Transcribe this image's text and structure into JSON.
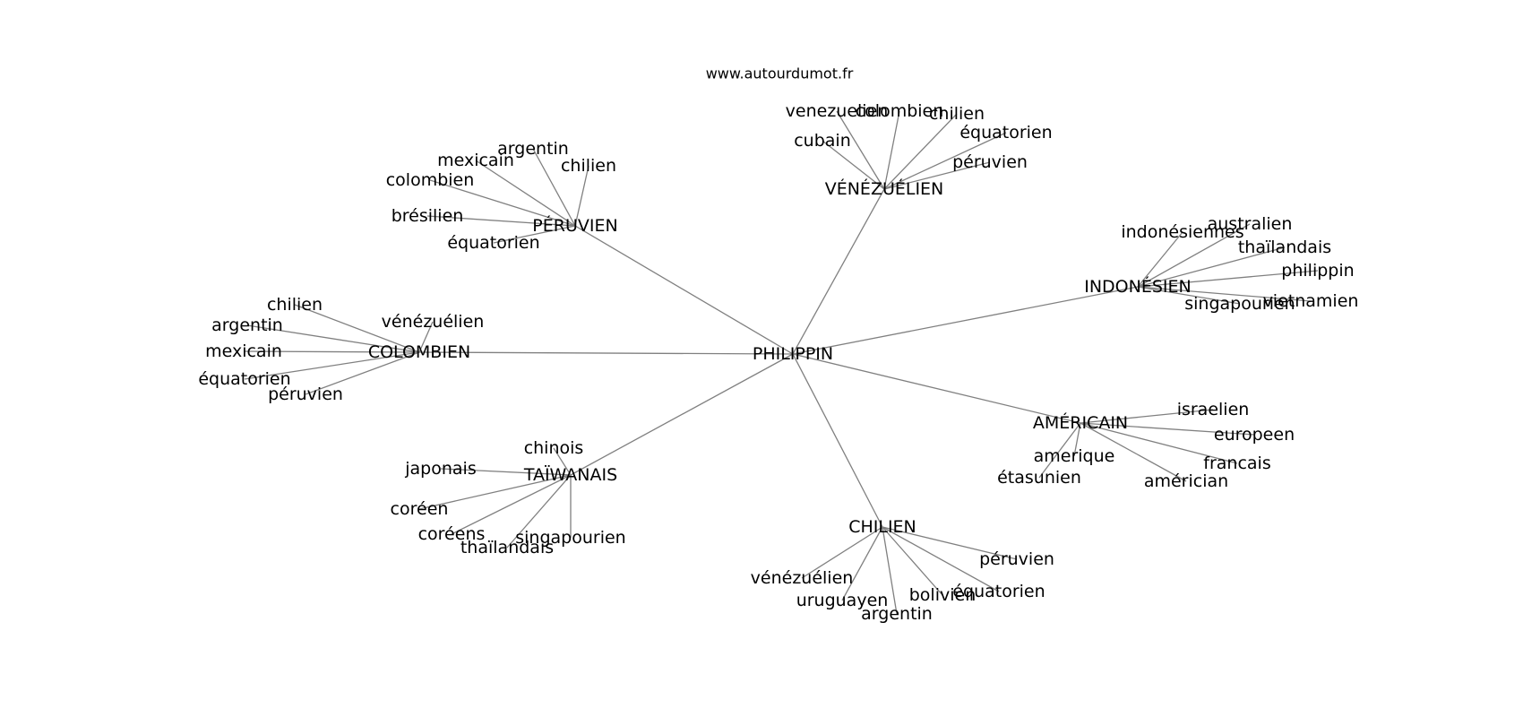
{
  "source": "www.autourdumot.fr",
  "center": "PHILIPPIN",
  "clusters": [
    {
      "id": "peruvien",
      "label": "PÉRUVIEN",
      "leaves": [
        "argentin",
        "mexicain",
        "chilien",
        "colombien",
        "brésilien",
        "équatorien"
      ]
    },
    {
      "id": "venezuelien",
      "label": "VÉNÉZUÉLIEN",
      "leaves": [
        "venezuelien",
        "colombien",
        "chilien",
        "cubain",
        "équatorien",
        "péruvien"
      ]
    },
    {
      "id": "indonesien",
      "label": "INDONÉSIEN",
      "leaves": [
        "indonésiennes",
        "australien",
        "thaïlandais",
        "philippin",
        "singapourien",
        "vietnamien"
      ]
    },
    {
      "id": "colombien",
      "label": "COLOMBIEN",
      "leaves": [
        "chilien",
        "argentin",
        "vénézuélien",
        "mexicain",
        "équatorien",
        "péruvien"
      ]
    },
    {
      "id": "americain",
      "label": "AMÉRICAIN",
      "leaves": [
        "israelien",
        "europeen",
        "amerique",
        "francais",
        "étasunien",
        "américian"
      ]
    },
    {
      "id": "taiwanais",
      "label": "TAÏWANAIS",
      "leaves": [
        "chinois",
        "japonais",
        "coréen",
        "coréens",
        "singapourien",
        "thaïlandais"
      ]
    },
    {
      "id": "chilien",
      "label": "CHILIEN",
      "leaves": [
        "péruvien",
        "vénézuélien",
        "équatorien",
        "bolivien",
        "uruguayen",
        "argentin"
      ]
    }
  ]
}
